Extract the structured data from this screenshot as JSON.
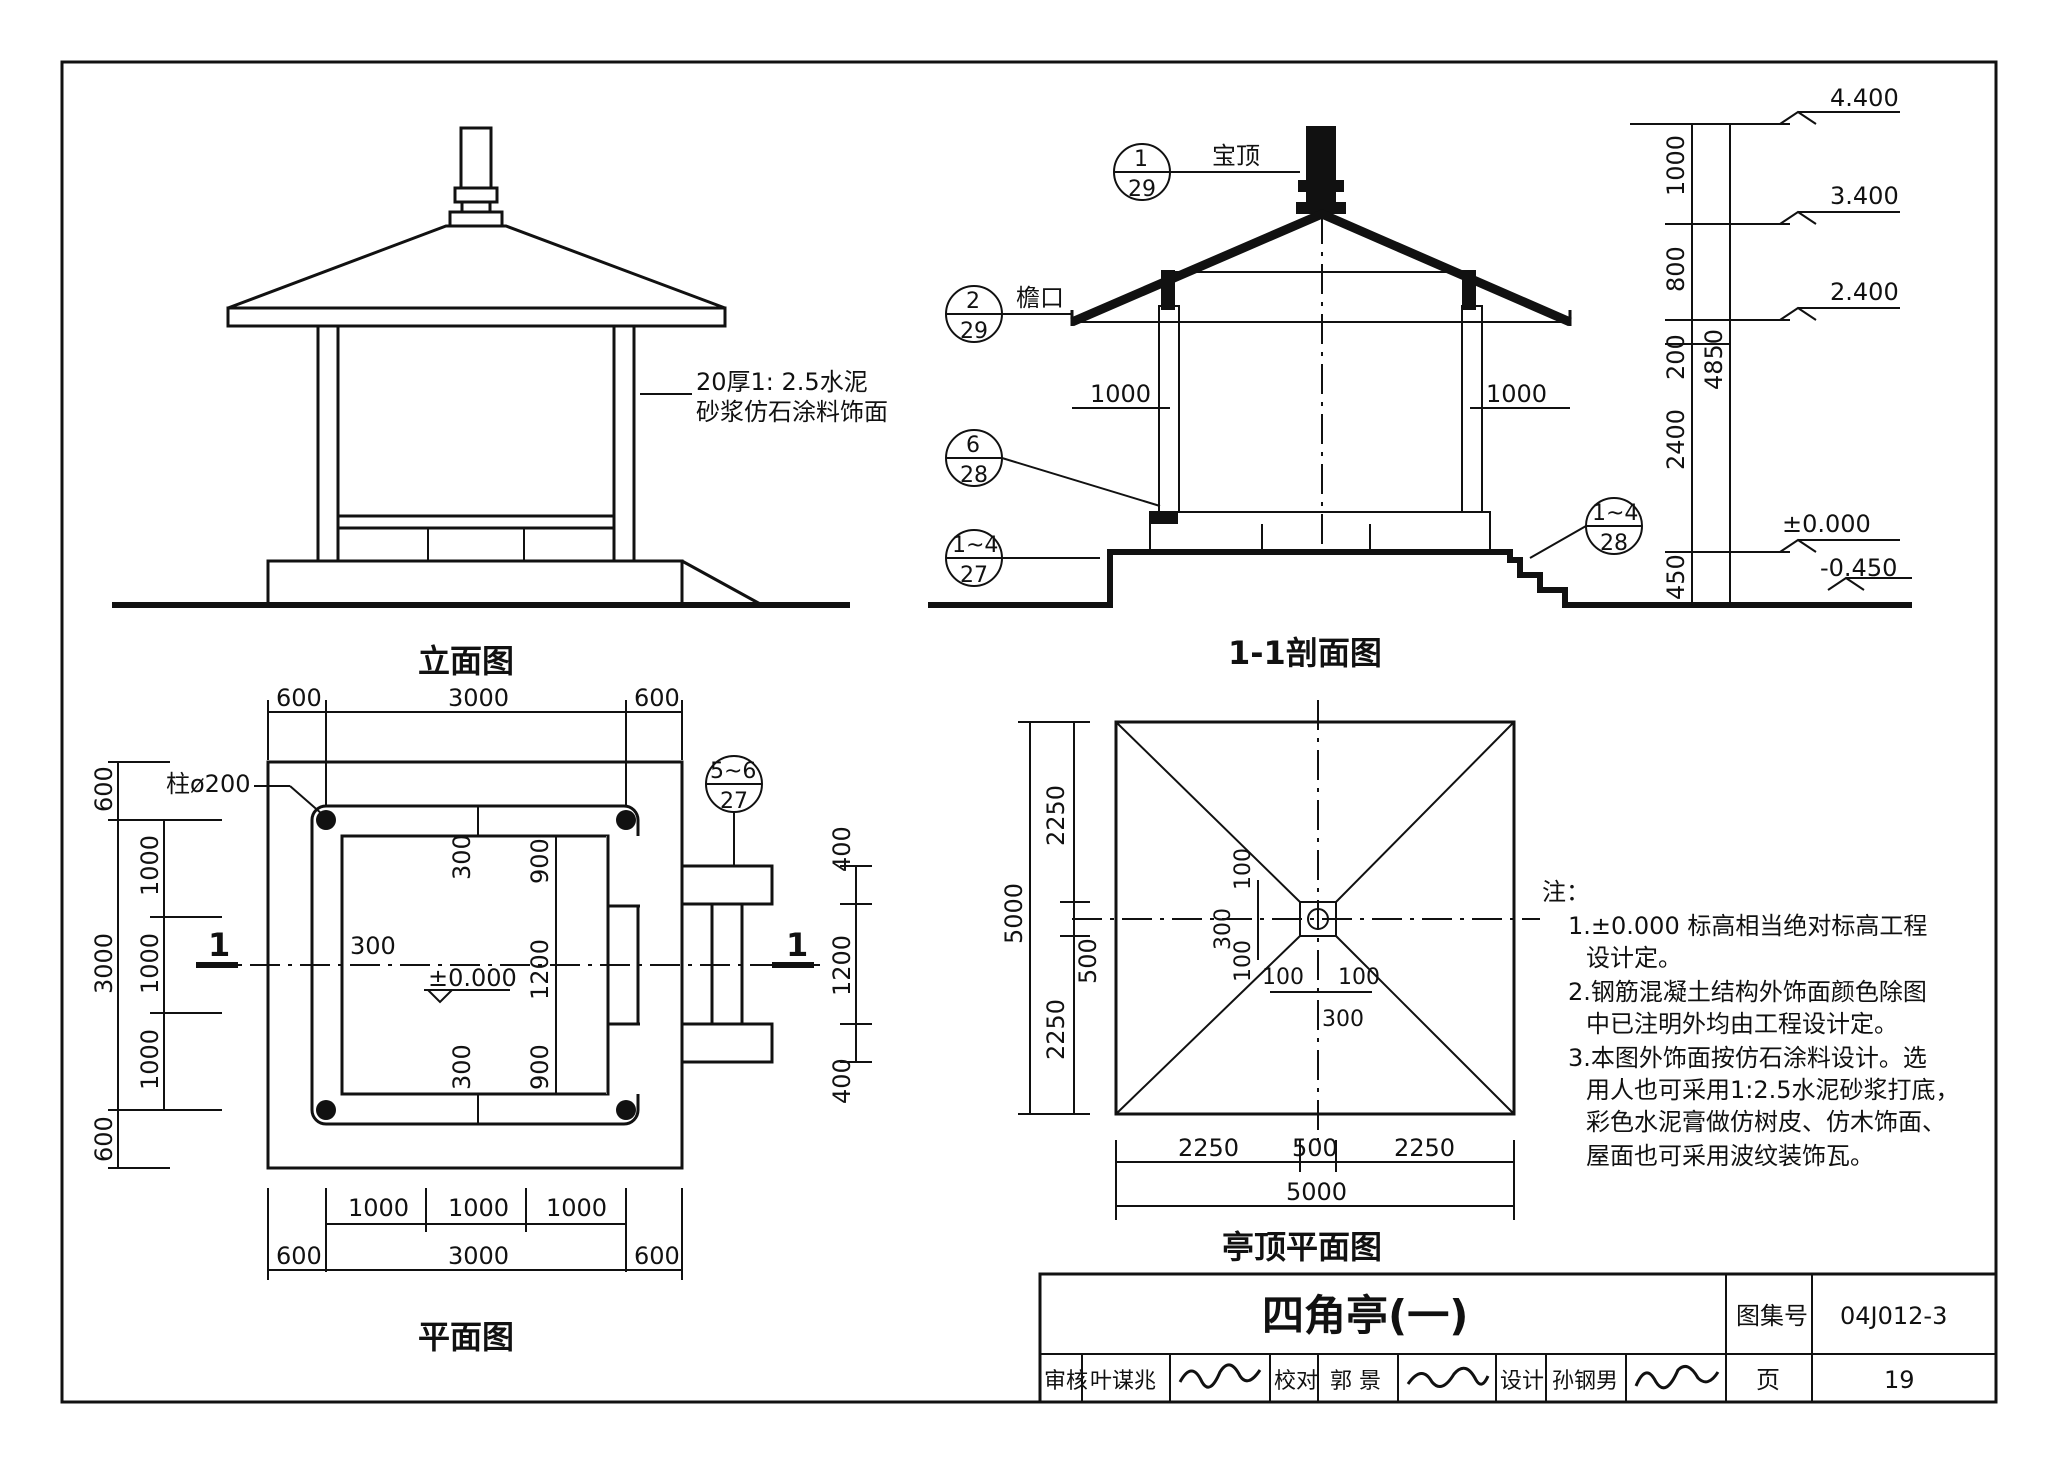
{
  "elevation": {
    "title": "立面图",
    "finish_note_line1": "20厚1: 2.5水泥",
    "finish_note_line2": "砂浆仿石涂料饰面"
  },
  "section": {
    "title": "1-1剖面图",
    "ref_top": {
      "num": "1",
      "sheet": "29"
    },
    "ref_top_label": "宝顶",
    "ref_eave": {
      "num": "2",
      "sheet": "29"
    },
    "ref_eave_label": "檐口",
    "ref_col": {
      "num": "6",
      "sheet": "28"
    },
    "ref_base_left": {
      "num": "1~4",
      "sheet": "27"
    },
    "ref_base_right": {
      "num": "1~4",
      "sheet": "28"
    },
    "dim_left": "1000",
    "dim_right": "1000",
    "levels": [
      "4.400",
      "3.400",
      "2.400",
      "±0.000",
      "-0.450"
    ],
    "vdims": [
      "1000",
      "800",
      "200",
      "2400",
      "450"
    ],
    "vdim_total": "4850"
  },
  "plan": {
    "title": "平面图",
    "column_note": "柱ø200",
    "ref_step": {
      "num": "5~6",
      "sheet": "27"
    },
    "section_mark": "1",
    "top_dims": [
      "600",
      "3000",
      "600"
    ],
    "bottom_dims_inner": [
      "1000",
      "1000",
      "1000"
    ],
    "bottom_dims": [
      "600",
      "3000",
      "600"
    ],
    "left_dims_outer": [
      "600",
      "3000",
      "600"
    ],
    "left_dims_inner": [
      "1000",
      "1000",
      "1000"
    ],
    "right_dims": [
      "400",
      "1200",
      "400"
    ],
    "inner_dims": {
      "bench_w": "300",
      "bench_gap": "900",
      "bench_mid": "1200",
      "left_bench": "300"
    },
    "level": "±0.000"
  },
  "roof_plan": {
    "title": "亭顶平面图",
    "left_dims": [
      "2250",
      "500",
      "2250"
    ],
    "left_total": "5000",
    "bottom_dims": [
      "2250",
      "500",
      "2250"
    ],
    "bottom_total": "5000",
    "center_dims": [
      "100",
      "300",
      "100",
      "100",
      "100",
      "300"
    ]
  },
  "notes": {
    "heading": "注：",
    "lines": [
      "1.±0.000 标高相当绝对标高工程",
      "设计定。",
      "2.钢筋混凝土结构外饰面颜色除图",
      "中已注明外均由工程设计定。",
      "3.本图外饰面按仿石涂料设计。选",
      "用人也可采用1:2.5水泥砂浆打底，",
      "彩色水泥膏做仿树皮、仿木饰面、",
      "屋面也可采用波纹装饰瓦。"
    ]
  },
  "title_block": {
    "drawing_title": "四角亭(一)",
    "atlas_label": "图集号",
    "atlas_no": "04J012-3",
    "page_label": "页",
    "page_no": "19",
    "review_label": "审核",
    "reviewer": "叶谋兆",
    "check_label": "校对",
    "checker": "郭 景",
    "design_label": "设计",
    "designer": "孙钢男"
  }
}
